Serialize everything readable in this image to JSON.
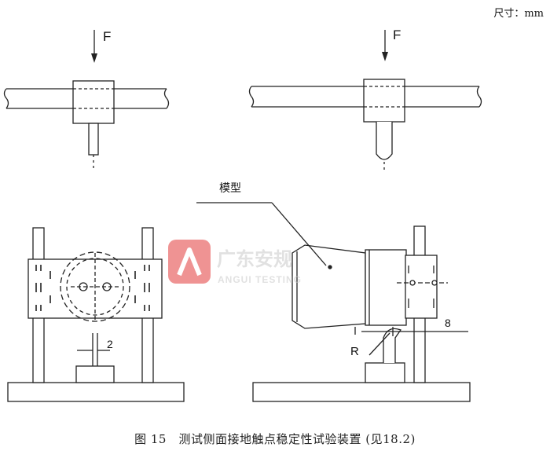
{
  "unit_note": "尺寸：mm",
  "labels": {
    "force_left": "F",
    "force_right": "F",
    "model": "模型",
    "dim_2": "2",
    "dim_8": "8",
    "radius": "R"
  },
  "watermark": {
    "cn": "广东安规",
    "en": "ANGUI TESTING"
  },
  "caption": "图 15　测试侧面接地触点稳定性试验装置 (见18.2)"
}
